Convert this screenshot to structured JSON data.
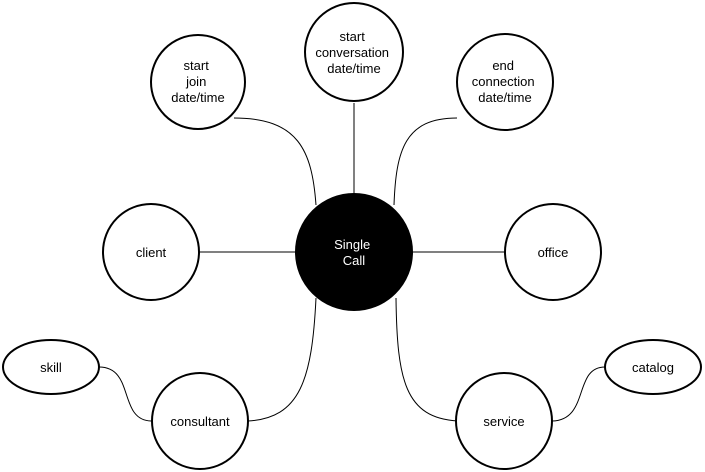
{
  "center": {
    "lines": [
      "Single",
      "Call"
    ]
  },
  "nodes": {
    "start_conversation": {
      "lines": [
        "start",
        "conversation",
        "date/time"
      ]
    },
    "start_join": {
      "lines": [
        "start",
        "join",
        "date/time"
      ]
    },
    "end_connection": {
      "lines": [
        "end",
        "connection",
        "date/time"
      ]
    },
    "client": {
      "lines": [
        "client"
      ]
    },
    "office": {
      "lines": [
        "office"
      ]
    },
    "consultant": {
      "lines": [
        "consultant"
      ]
    },
    "service": {
      "lines": [
        "service"
      ]
    },
    "skill": {
      "lines": [
        "skill"
      ]
    },
    "catalog": {
      "lines": [
        "catalog"
      ]
    }
  }
}
